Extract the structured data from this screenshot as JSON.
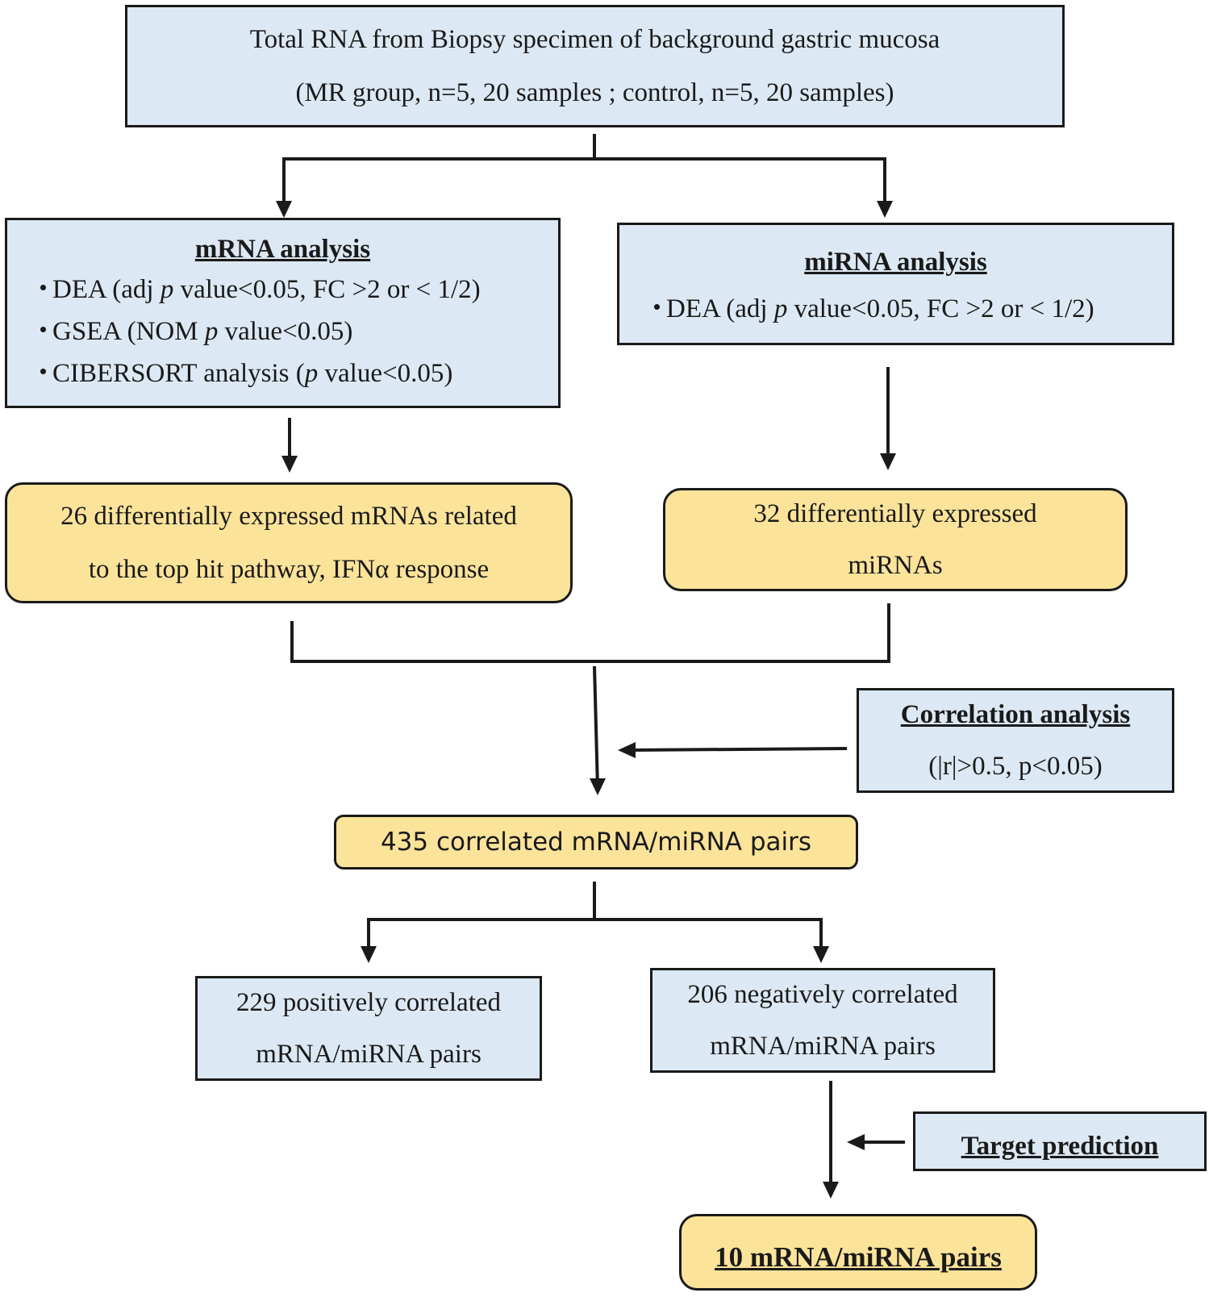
{
  "top_box": {
    "line1": "Total RNA from Biopsy specimen of background gastric mucosa",
    "line2": "(MR group, n=5, 20 samples ; control, n=5, 20 samples)"
  },
  "mrna_box": {
    "heading": "mRNA analysis",
    "items": [
      {
        "bullet": "・",
        "pre": "DEA (adj ",
        "italic": "p",
        "post": " value<0.05, FC >2 or < 1/2)"
      },
      {
        "bullet": "・",
        "pre": "GSEA (NOM ",
        "italic": "p",
        "post": " value<0.05)"
      },
      {
        "bullet": "・",
        "pre": "CIBERSORT analysis (",
        "italic": "p",
        "post": " value<0.05)"
      }
    ]
  },
  "mirna_box": {
    "heading": "miRNA analysis",
    "items": [
      {
        "bullet": "・",
        "pre": "DEA (adj ",
        "italic": "p",
        "post": " value<0.05, FC >2 or < 1/2)"
      }
    ]
  },
  "mrna_result": {
    "line1": "26 differentially expressed mRNAs related",
    "line2": "to the top hit pathway, IFNα response"
  },
  "mirna_result": {
    "line1": "32 differentially expressed",
    "line2": "miRNAs"
  },
  "correlation_box": {
    "heading": "Correlation analysis",
    "criteria": "(|r|>0.5, p<0.05)"
  },
  "pairs_box": {
    "text": "435 correlated mRNA/miRNA pairs"
  },
  "positive_box": {
    "line1": "229 positively correlated",
    "line2": "mRNA/miRNA pairs"
  },
  "negative_box": {
    "line1": "206 negatively correlated",
    "line2": "mRNA/miRNA pairs"
  },
  "target_box": {
    "heading": "Target prediction"
  },
  "final_box": {
    "text": "10 mRNA/miRNA pairs"
  },
  "colors": {
    "blue_fill": "#dce8f3",
    "yellow_fill": "#fbe39a",
    "stroke": "#1a1a1a"
  }
}
